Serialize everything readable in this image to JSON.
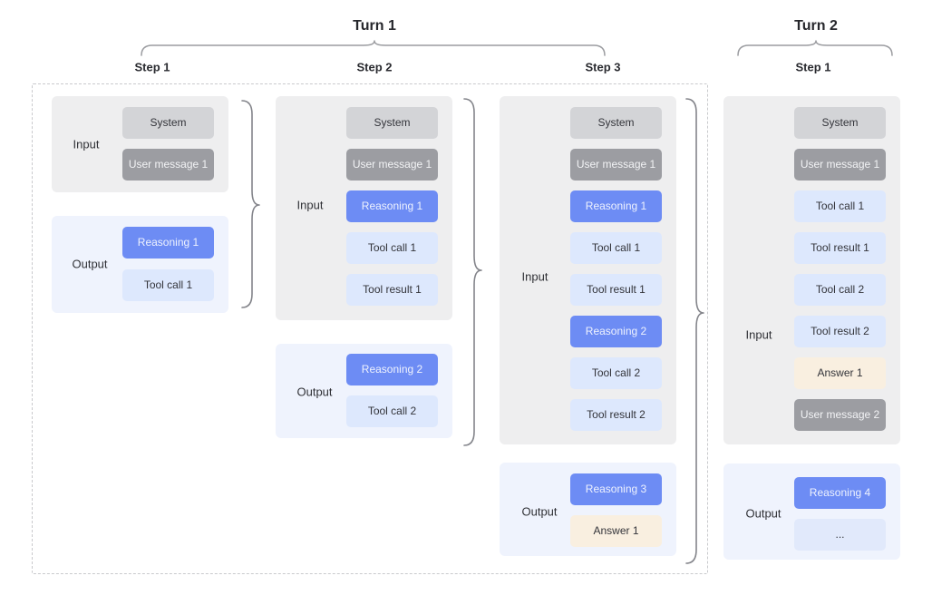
{
  "diagram": {
    "headers": [
      {
        "title": "Turn 1",
        "steps": [
          "Step 1",
          "Step 2",
          "Step 3"
        ]
      },
      {
        "title": "Turn 2",
        "steps": [
          "Step 1"
        ]
      }
    ],
    "columns": [
      {
        "id": "turn1-step1",
        "input": {
          "label": "Input",
          "chips": [
            {
              "label": "System",
              "type": "system"
            },
            {
              "label": "User message 1",
              "type": "user"
            }
          ]
        },
        "output": {
          "label": "Output",
          "chips": [
            {
              "label": "Reasoning 1",
              "type": "reasoning"
            },
            {
              "label": "Tool call 1",
              "type": "tool"
            }
          ]
        }
      },
      {
        "id": "turn1-step2",
        "input": {
          "label": "Input",
          "chips": [
            {
              "label": "System",
              "type": "system"
            },
            {
              "label": "User message 1",
              "type": "user"
            },
            {
              "label": "Reasoning 1",
              "type": "reasoning"
            },
            {
              "label": "Tool call 1",
              "type": "tool"
            },
            {
              "label": "Tool result 1",
              "type": "tool"
            }
          ]
        },
        "output": {
          "label": "Output",
          "chips": [
            {
              "label": "Reasoning 2",
              "type": "reasoning"
            },
            {
              "label": "Tool call 2",
              "type": "tool"
            }
          ]
        }
      },
      {
        "id": "turn1-step3",
        "input": {
          "label": "Input",
          "chips": [
            {
              "label": "System",
              "type": "system"
            },
            {
              "label": "User message 1",
              "type": "user"
            },
            {
              "label": "Reasoning 1",
              "type": "reasoning"
            },
            {
              "label": "Tool call 1",
              "type": "tool"
            },
            {
              "label": "Tool result 1",
              "type": "tool"
            },
            {
              "label": "Reasoning 2",
              "type": "reasoning"
            },
            {
              "label": "Tool call 2",
              "type": "tool"
            },
            {
              "label": "Tool result 2",
              "type": "tool"
            }
          ]
        },
        "output": {
          "label": "Output",
          "chips": [
            {
              "label": "Reasoning 3",
              "type": "reasoning"
            },
            {
              "label": "Answer 1",
              "type": "answer"
            }
          ]
        }
      },
      {
        "id": "turn2-step1",
        "input": {
          "label": "Input",
          "chips": [
            {
              "label": "System",
              "type": "system"
            },
            {
              "label": "User message 1",
              "type": "user"
            },
            {
              "label": "Tool call 1",
              "type": "tool"
            },
            {
              "label": "Tool result 1",
              "type": "tool"
            },
            {
              "label": "Tool call 2",
              "type": "tool"
            },
            {
              "label": "Tool result 2",
              "type": "tool"
            },
            {
              "label": "Answer 1",
              "type": "answer"
            },
            {
              "label": "User message 2",
              "type": "user"
            }
          ]
        },
        "output": {
          "label": "Output",
          "chips": [
            {
              "label": "Reasoning 4",
              "type": "reasoning"
            },
            {
              "label": "...",
              "type": "ellipsis"
            }
          ]
        }
      }
    ],
    "colors": {
      "chip_system": "#d3d4d7",
      "chip_user": "#9c9da2",
      "chip_reasoning": "#6d8cf4",
      "chip_tool": "#dde8fd",
      "chip_answer": "#f9efe0",
      "chip_ellipsis": "#e1e9fb",
      "input_panel": "#eeeeef",
      "output_panel": "#eff3fd",
      "brace": "#8b8c91",
      "dashed_border": "#c9cacd"
    }
  }
}
